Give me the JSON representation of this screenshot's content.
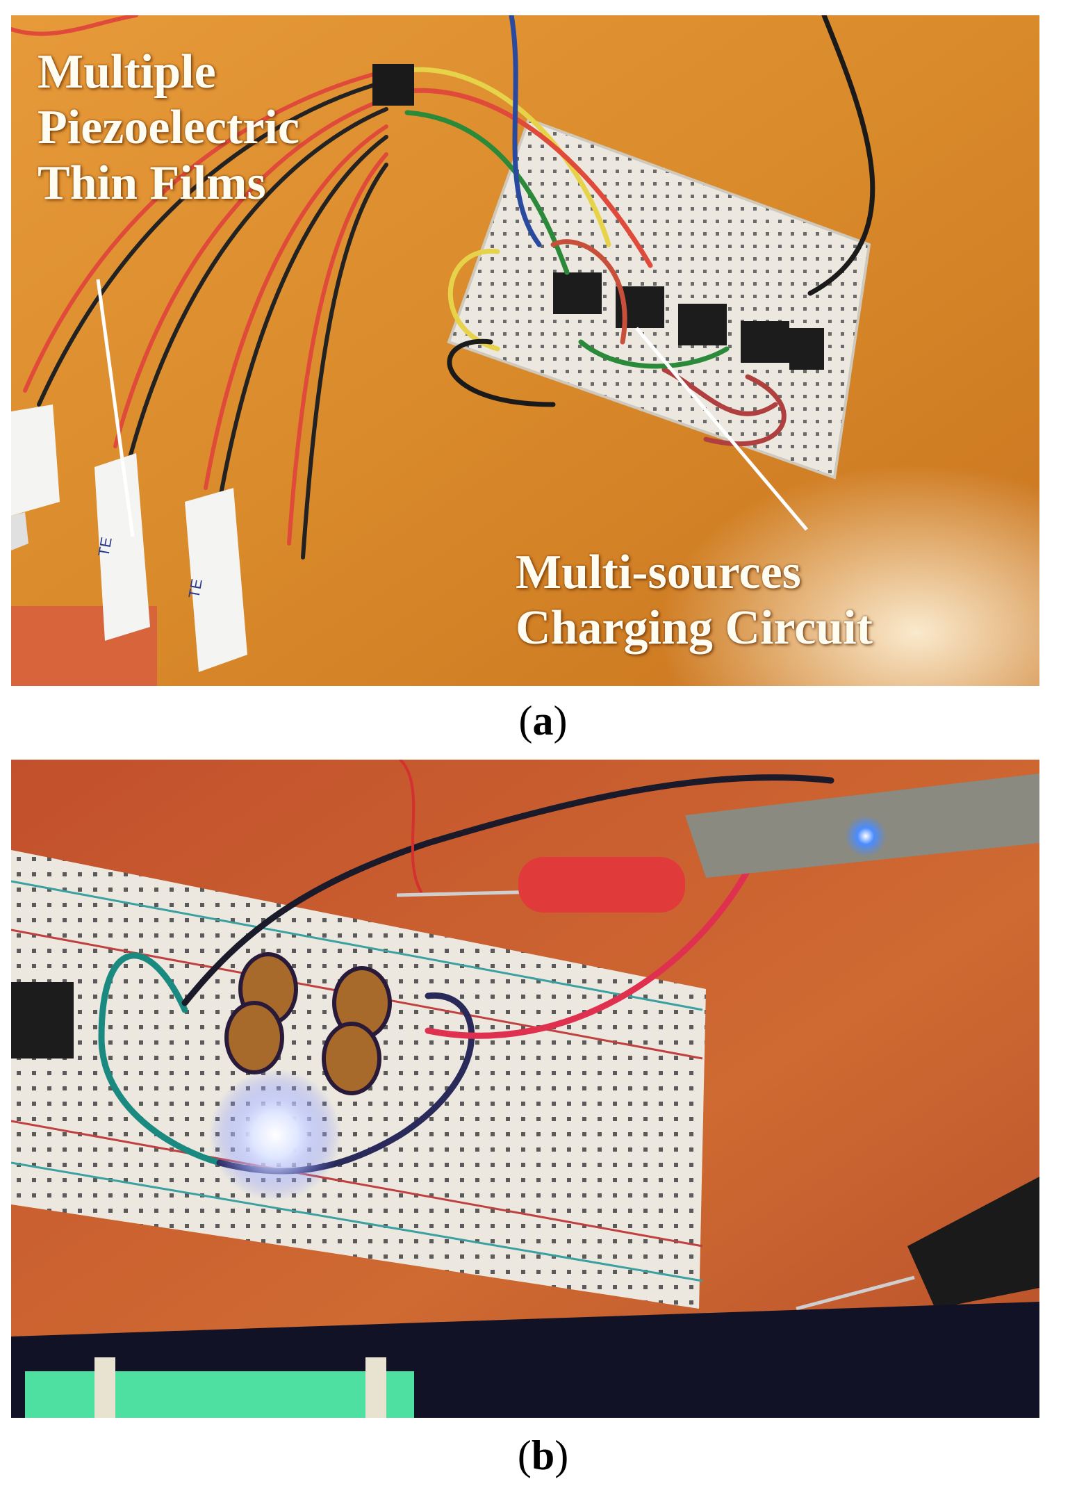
{
  "panels": [
    {
      "id": "a",
      "caption_open": "(",
      "caption_letter": "a",
      "caption_close": ")",
      "labels": {
        "films_line1": "Multiple",
        "films_line2": "Piezoelectric",
        "films_line3": "Thin Films",
        "circuit_line1": "Multi-sources",
        "circuit_line2": "Charging Circuit"
      },
      "film_brand": "TE"
    },
    {
      "id": "b",
      "caption_open": "(",
      "caption_letter": "b",
      "caption_close": ")"
    }
  ],
  "colors": {
    "table_orange": "#d98a2a",
    "table_red_orange": "#c8582a",
    "breadboard": "#ece8e0",
    "label_text": "#fffdf2",
    "led_glow": "#dfe6ff"
  }
}
